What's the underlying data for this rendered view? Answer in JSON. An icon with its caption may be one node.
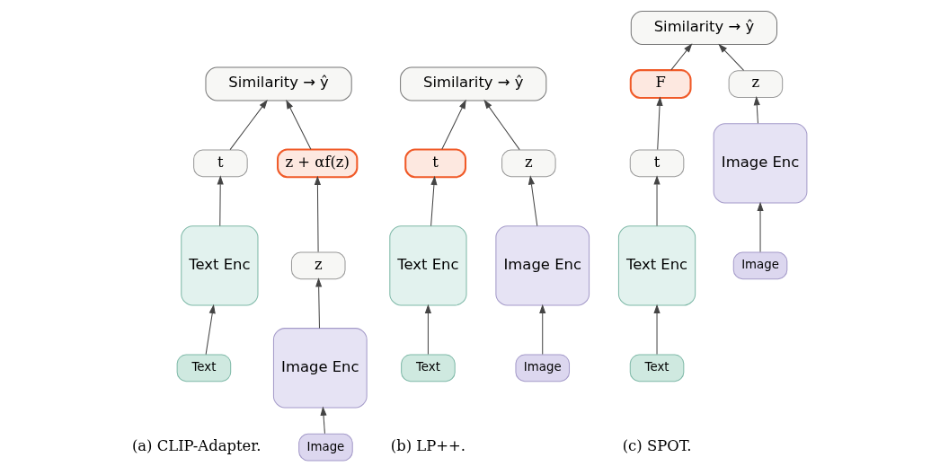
{
  "diagram": {
    "nodes": [
      {
        "text": [
          "Similarity → ŷ"
        ]
      },
      {
        "text": [
          "t"
        ]
      },
      {
        "text": [
          "z + αf(z)"
        ]
      },
      {
        "text": [
          "z"
        ]
      },
      {
        "text": [
          "Text Enc"
        ]
      },
      {
        "text": [
          "Image Enc"
        ]
      },
      {
        "text": [
          "Text"
        ]
      },
      {
        "text": [
          "Image"
        ]
      },
      {
        "text": [
          "Similarity → ŷ"
        ]
      },
      {
        "text": [
          "t"
        ]
      },
      {
        "text": [
          "z"
        ]
      },
      {
        "text": [
          "Text Enc"
        ]
      },
      {
        "text": [
          "Image Enc"
        ]
      },
      {
        "text": [
          "Text"
        ]
      },
      {
        "text": [
          "Image"
        ]
      },
      {
        "text": [
          "Similarity → ŷ"
        ]
      },
      {
        "text": [
          "F"
        ]
      },
      {
        "text": [
          "t"
        ]
      },
      {
        "text": [
          "z"
        ]
      },
      {
        "text": [
          "Text Enc"
        ]
      },
      {
        "text": [
          "Image Enc"
        ]
      },
      {
        "text": [
          "Text"
        ]
      },
      {
        "text": [
          "Image"
        ]
      }
    ],
    "edges": [
      {
        "from": 6,
        "to": 4,
        "arrow": "to"
      },
      {
        "from": 4,
        "to": 1,
        "arrow": "to"
      },
      {
        "from": 1,
        "to": 0,
        "arrow": "to"
      },
      {
        "from": 7,
        "to": 5,
        "arrow": "to"
      },
      {
        "from": 5,
        "to": 3,
        "arrow": "to"
      },
      {
        "from": 3,
        "to": 2,
        "arrow": "to"
      },
      {
        "from": 2,
        "to": 0,
        "arrow": "to"
      },
      {
        "from": 13,
        "to": 11,
        "arrow": "to"
      },
      {
        "from": 11,
        "to": 9,
        "arrow": "to"
      },
      {
        "from": 9,
        "to": 8,
        "arrow": "to"
      },
      {
        "from": 14,
        "to": 12,
        "arrow": "to"
      },
      {
        "from": 12,
        "to": 10,
        "arrow": "to"
      },
      {
        "from": 10,
        "to": 8,
        "arrow": "to"
      },
      {
        "from": 21,
        "to": 19,
        "arrow": "to"
      },
      {
        "from": 19,
        "to": 17,
        "arrow": "to"
      },
      {
        "from": 17,
        "to": 16,
        "arrow": "to"
      },
      {
        "from": 16,
        "to": 15,
        "arrow": "to"
      },
      {
        "from": 22,
        "to": 20,
        "arrow": "to"
      },
      {
        "from": 20,
        "to": 18,
        "arrow": "to"
      },
      {
        "from": 18,
        "to": 15,
        "arrow": "to"
      }
    ],
    "labels": [
      "(a) CLIP-Adapter.",
      "(b) LP++.",
      "(c) SPOT."
    ]
  }
}
